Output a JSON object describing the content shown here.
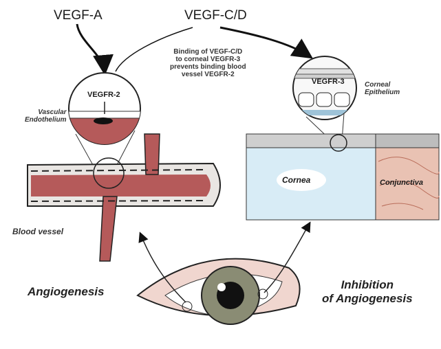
{
  "labels": {
    "vegf_a": "VEGF-A",
    "vegf_cd": "VEGF-C/D",
    "binding_note_lines": [
      "Binding of VEGF-C/D",
      "to corneal VEGFR-3",
      "prevents binding blood",
      "vessel VEGFR-2"
    ],
    "vegfr2": "VEGFR-2",
    "vegfr3": "VEGFR-3",
    "vascular_endothelium_lines": [
      "Vascular",
      "Endothelium"
    ],
    "corneal_epithelium_lines": [
      "Corneal",
      "Epithelium"
    ],
    "cornea": "Cornea",
    "conjunctiva": "Conjunctiva",
    "blood_vessel": "Blood vessel",
    "angiogenesis": "Angiogenesis",
    "inhibition_lines": [
      "Inhibition",
      "of Angiogenesis"
    ]
  },
  "colors": {
    "blood": "#b55a5a",
    "cornea": "#d8ecf6",
    "conjunctiva": "#e9c2b3",
    "iris": "#8a8c74",
    "skin": "#f0d6cf"
  }
}
